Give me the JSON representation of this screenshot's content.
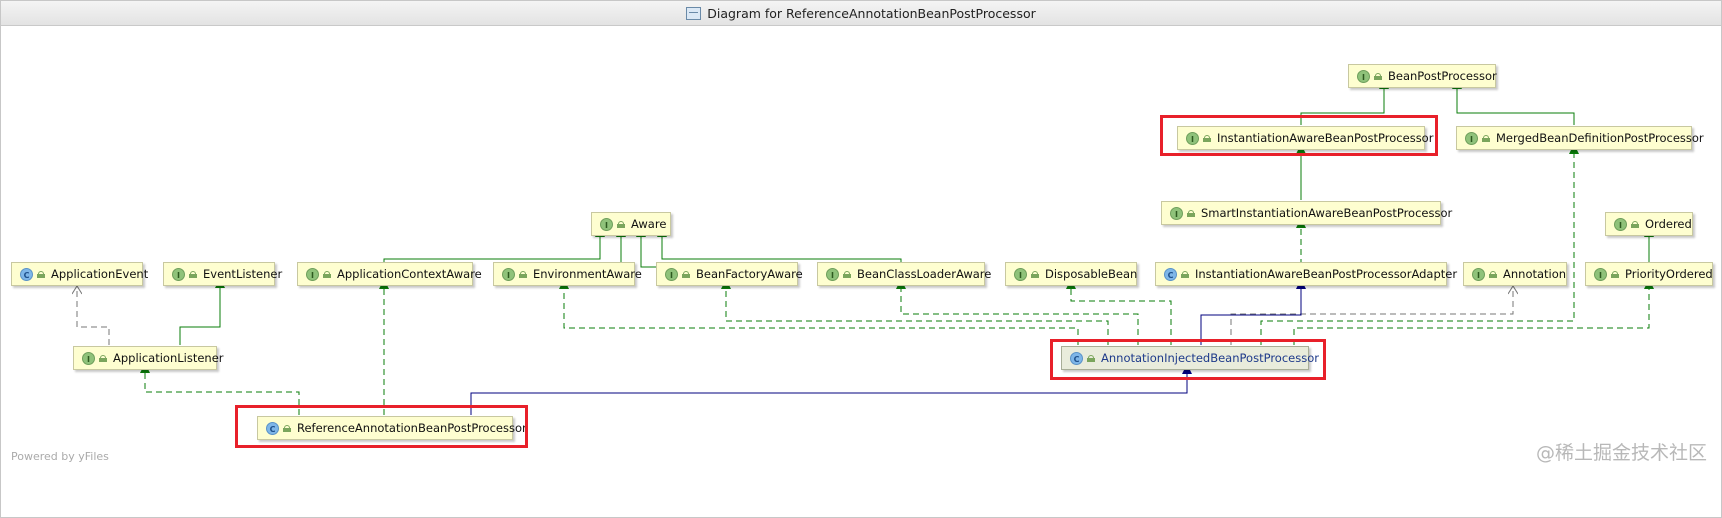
{
  "window": {
    "title": "Diagram for ReferenceAnnotationBeanPostProcessor"
  },
  "nodes": {
    "BeanPostProcessor": {
      "label": "BeanPostProcessor",
      "kind": "I"
    },
    "InstantiationAwareBeanPostProcessor": {
      "label": "InstantiationAwareBeanPostProcessor",
      "kind": "I"
    },
    "MergedBeanDefinitionPostProcessor": {
      "label": "MergedBeanDefinitionPostProcessor",
      "kind": "I"
    },
    "Aware": {
      "label": "Aware",
      "kind": "I"
    },
    "SmartInstantiationAwareBeanPostProcessor": {
      "label": "SmartInstantiationAwareBeanPostProcessor",
      "kind": "I"
    },
    "Ordered": {
      "label": "Ordered",
      "kind": "I"
    },
    "ApplicationEvent": {
      "label": "ApplicationEvent",
      "kind": "C"
    },
    "EventListener": {
      "label": "EventListener",
      "kind": "I"
    },
    "ApplicationContextAware": {
      "label": "ApplicationContextAware",
      "kind": "I"
    },
    "EnvironmentAware": {
      "label": "EnvironmentAware",
      "kind": "I"
    },
    "BeanFactoryAware": {
      "label": "BeanFactoryAware",
      "kind": "I"
    },
    "BeanClassLoaderAware": {
      "label": "BeanClassLoaderAware",
      "kind": "I"
    },
    "DisposableBean": {
      "label": "DisposableBean",
      "kind": "I"
    },
    "InstantiationAwareBeanPostProcessorAdapter": {
      "label": "InstantiationAwareBeanPostProcessorAdapter",
      "kind": "C"
    },
    "Annotation": {
      "label": "Annotation",
      "kind": "I"
    },
    "PriorityOrdered": {
      "label": "PriorityOrdered",
      "kind": "I"
    },
    "ApplicationListener": {
      "label": "ApplicationListener",
      "kind": "I"
    },
    "AnnotationInjectedBeanPostProcessor": {
      "label": "AnnotationInjectedBeanPostProcessor",
      "kind": "C"
    },
    "ReferenceAnnotationBeanPostProcessor": {
      "label": "ReferenceAnnotationBeanPostProcessor",
      "kind": "C"
    }
  },
  "colors": {
    "extends": "#0a7d0a",
    "implements": "#0a7d0a",
    "class_extends": "#00007f",
    "highlight": "#e8202a"
  },
  "footer": {
    "powered": "Powered by yFiles"
  },
  "watermark": "@稀土掘金技术社区"
}
